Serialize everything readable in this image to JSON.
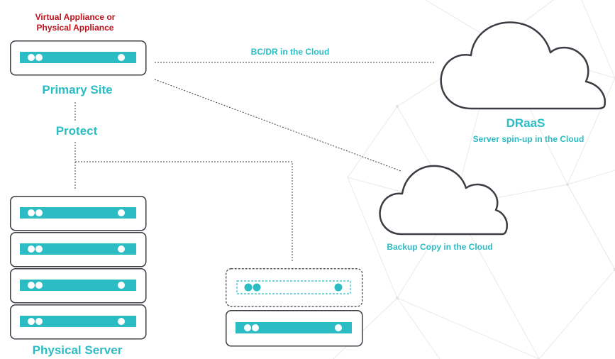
{
  "colors": {
    "accent": "#2bbcc4",
    "outline": "#3a3d44",
    "note_red": "#c0121c",
    "network_lines": "#e6e6e6"
  },
  "primary": {
    "note_line1": "Virtual Appliance or",
    "note_line2": "Physical Appliance",
    "label": "Primary Site"
  },
  "links": {
    "protect": "Protect",
    "bcdr": "BC/DR in the Cloud"
  },
  "draas": {
    "title": "DRaaS",
    "subtitle": "Server spin-up in the Cloud"
  },
  "backup_cloud": {
    "label": "Backup Copy in the Cloud"
  },
  "physical": {
    "label": "Physical Server"
  },
  "icons": {
    "server_unit": "server-unit-icon",
    "cloud": "cloud-icon",
    "virtual_server": "virtual-server-icon"
  }
}
